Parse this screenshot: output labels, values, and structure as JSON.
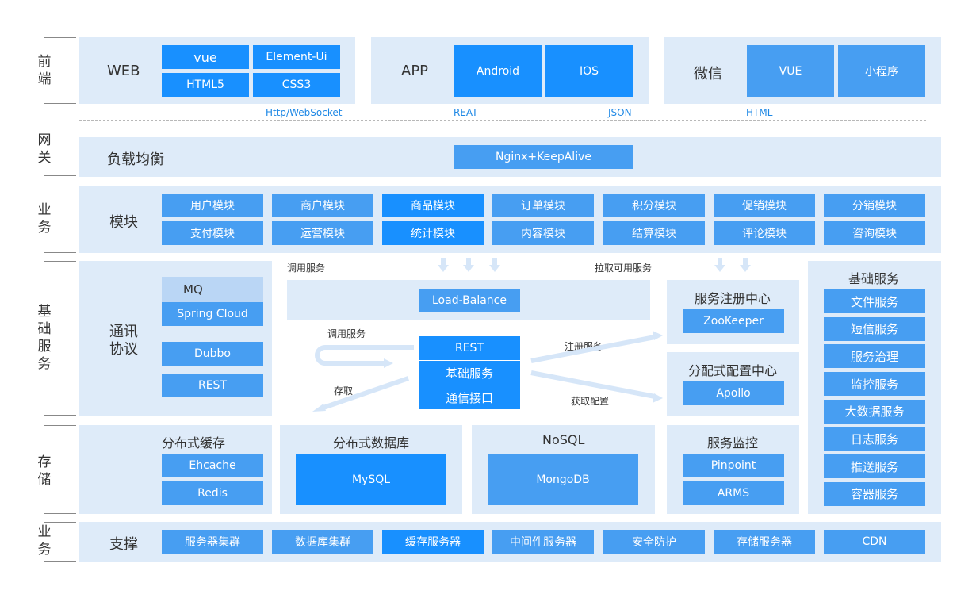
{
  "colors": {
    "panel_bg": "#deebf9",
    "button_blue": "#479ef2",
    "button_dark_blue": "#1890ff",
    "mq_header": "#bad6f5",
    "protocol_text": "#1e88e5",
    "arrow": "#d6e6f8"
  },
  "layers": {
    "frontend": "前端",
    "gateway": "网关",
    "business": "业务",
    "base_services": "基础服务",
    "storage": "存储",
    "support": "业务"
  },
  "frontend": {
    "web": {
      "title": "WEB",
      "items": [
        "vue",
        "Element-Ui",
        "HTML5",
        "CSS3"
      ]
    },
    "app": {
      "title": "APP",
      "items": [
        "Android",
        "IOS"
      ]
    },
    "wechat": {
      "title": "微信",
      "items": [
        "VUE",
        "小程序"
      ]
    },
    "protocols": [
      "Http/WebSocket",
      "REAT",
      "JSON",
      "HTML"
    ]
  },
  "gateway": {
    "title": "负载均衡",
    "item": "Nginx+KeepAlive"
  },
  "business": {
    "title": "模块",
    "row1": [
      "用户模块",
      "商户模块",
      "商品模块",
      "订单模块",
      "积分模块",
      "促销模块",
      "分销模块"
    ],
    "row2": [
      "支付模块",
      "运营模块",
      "统计模块",
      "内容模块",
      "结算模块",
      "评论模块",
      "咨询模块"
    ]
  },
  "base": {
    "comm": {
      "title_line1": "通讯",
      "title_line2": "协议",
      "mq": "MQ",
      "items": [
        "Spring Cloud",
        "Dubbo",
        "REST"
      ]
    },
    "flow": {
      "call_service_top": "调用服务",
      "pull_available": "拉取可用服务",
      "load_balance": "Load-Balance",
      "call_service": "调用服务",
      "access": "存取",
      "register": "注册服务",
      "get_config": "获取配置",
      "core_stack": [
        "REST",
        "基础服务",
        "通信接口"
      ]
    },
    "registry": {
      "title": "服务注册中心",
      "item": "ZooKeeper"
    },
    "config": {
      "title": "分配式配置中心",
      "item": "Apollo"
    },
    "services": {
      "title": "基础服务",
      "items": [
        "文件服务",
        "短信服务",
        "服务治理",
        "监控服务",
        "大数据服务",
        "日志服务",
        "推送服务",
        "容器服务"
      ]
    }
  },
  "storage": {
    "cache": {
      "title": "分布式缓存",
      "items": [
        "Ehcache",
        "Redis"
      ]
    },
    "db": {
      "title": "分布式数据库",
      "item": "MySQL"
    },
    "nosql": {
      "title": "NoSQL",
      "item": "MongoDB"
    },
    "monitor": {
      "title": "服务监控",
      "items": [
        "Pinpoint",
        "ARMS"
      ]
    }
  },
  "support": {
    "title": "支撑",
    "items": [
      "服务器集群",
      "数据库集群",
      "缓存服务器",
      "中间件服务器",
      "安全防护",
      "存储服务器",
      "CDN"
    ]
  }
}
